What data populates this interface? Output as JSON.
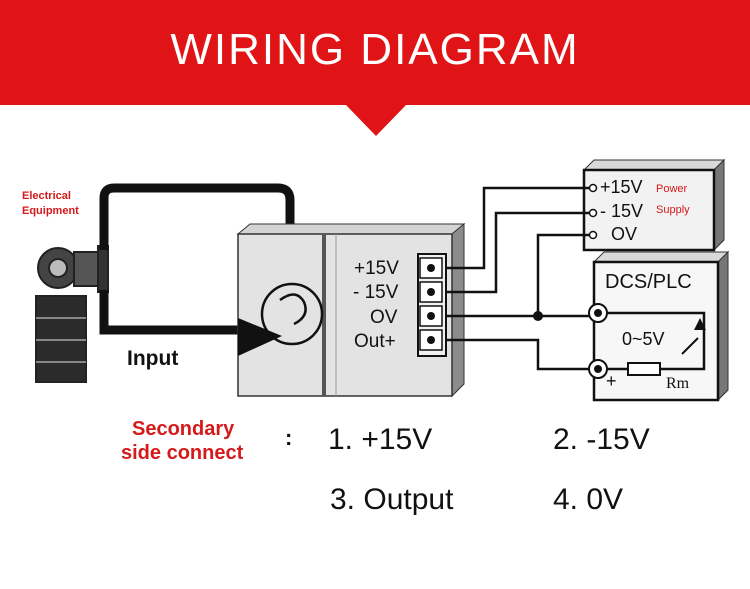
{
  "header": {
    "title": "WIRING DIAGRAM"
  },
  "equipment": {
    "label_line1": "Electrical",
    "label_line2": "Equipment"
  },
  "input_label": "Input",
  "module_terminals": [
    "+15V",
    "- 15V",
    "OV",
    "Out+"
  ],
  "power_supply": {
    "line1": "+15V",
    "line2": "- 15V",
    "line3": "OV",
    "tag1": "Power",
    "tag2": "Supply"
  },
  "dcs": {
    "title": "DCS/PLC",
    "range": "0~5V",
    "plus": "+",
    "resistor": "Rm"
  },
  "secondary": {
    "line1": "Secondary",
    "line2": "side connect",
    "colon": ":"
  },
  "connections": [
    "1. +15V",
    "2. -15V",
    "3. Output",
    "4. 0V"
  ],
  "colors": {
    "accent": "#e01416",
    "label_red": "#d51a1a",
    "ink": "#111111"
  }
}
